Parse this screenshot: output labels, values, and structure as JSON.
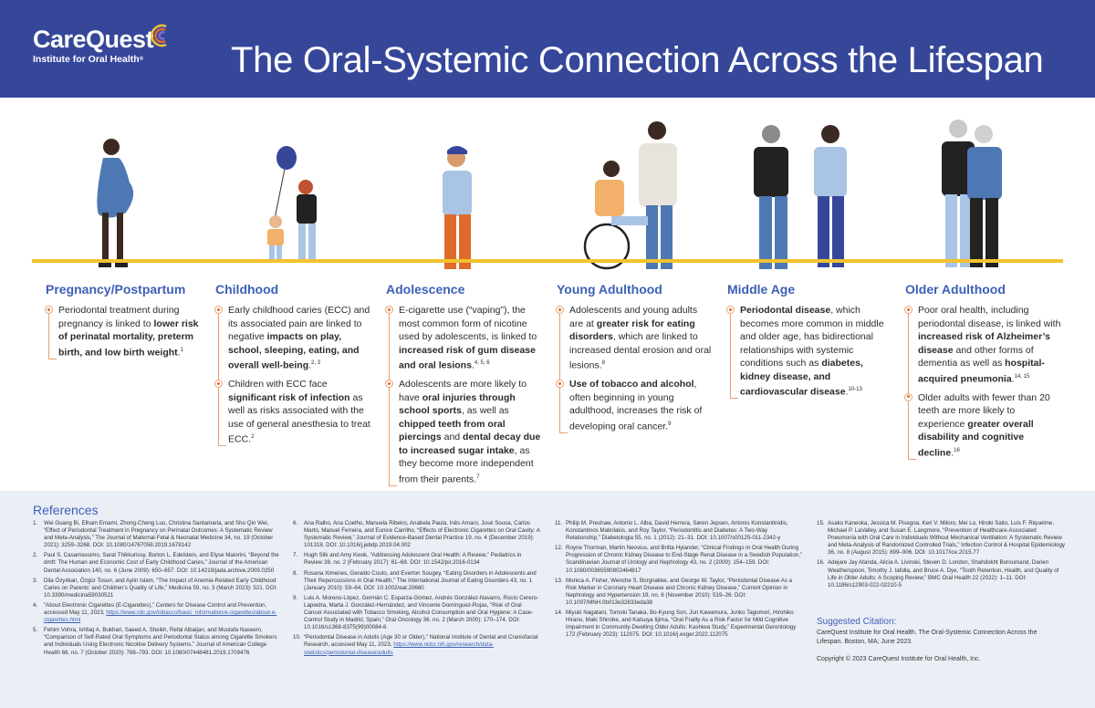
{
  "header": {
    "logo_name": "CareQuest",
    "logo_sub": "Institute for Oral Health",
    "logo_reg": "®",
    "title": "The Oral-Systemic Connection Across the Lifespan"
  },
  "colors": {
    "header_bg": "#36479a",
    "accent_blue": "#3e5fb6",
    "timeline_yellow": "#f2c230",
    "bullet_orange": "#e9a070",
    "refs_bg": "#eaeff6"
  },
  "stages": [
    {
      "title": "Pregnancy/Postpartum",
      "bullets": [
        [
          {
            "t": "Periodontal treatment during pregnancy is linked to "
          },
          {
            "t": "lower risk of perinatal mortality, preterm birth, and low birth weight",
            "b": true
          },
          {
            "t": ".",
            "s": false
          },
          {
            "t": "1",
            "sup": true
          }
        ]
      ]
    },
    {
      "title": "Childhood",
      "bullets": [
        [
          {
            "t": "Early childhood caries (ECC) and its associated pain are linked to negative "
          },
          {
            "t": "impacts on play, school, sleeping, eating, and overall well-being",
            "b": true
          },
          {
            "t": "."
          },
          {
            "t": "2, 3",
            "sup": true
          }
        ],
        [
          {
            "t": "Children with ECC face "
          },
          {
            "t": "significant risk of infection",
            "b": true
          },
          {
            "t": " as well as risks associated with the use of general anesthesia to treat ECC."
          },
          {
            "t": "2",
            "sup": true
          }
        ]
      ]
    },
    {
      "title": "Adolescence",
      "bullets": [
        [
          {
            "t": "E-cigarette use (“vaping”), the most common form of nicotine used by adolescents, is linked to "
          },
          {
            "t": "increased risk of gum disease and oral lesions",
            "b": true
          },
          {
            "t": "."
          },
          {
            "t": "4, 5, 6",
            "sup": true
          }
        ],
        [
          {
            "t": "Adolescents are more likely to have "
          },
          {
            "t": "oral injuries through school sports",
            "b": true
          },
          {
            "t": ", as well as "
          },
          {
            "t": "chipped teeth from oral piercings",
            "b": true
          },
          {
            "t": " and "
          },
          {
            "t": "dental decay due to increased sugar intake",
            "b": true
          },
          {
            "t": ", as they become more independent from their parents."
          },
          {
            "t": "7",
            "sup": true
          }
        ]
      ]
    },
    {
      "title": "Young Adulthood",
      "bullets": [
        [
          {
            "t": "Adolescents and young adults are at "
          },
          {
            "t": "greater risk for eating disorders",
            "b": true
          },
          {
            "t": ", which are linked to increased dental erosion and oral lesions."
          },
          {
            "t": "8",
            "sup": true
          }
        ],
        [
          {
            "t": "Use of tobacco and alcohol",
            "b": true
          },
          {
            "t": ", often beginning in young adulthood, increases the risk of developing oral cancer."
          },
          {
            "t": "9",
            "sup": true
          }
        ]
      ]
    },
    {
      "title": "Middle Age",
      "bullets": [
        [
          {
            "t": "Periodontal disease",
            "b": true
          },
          {
            "t": ", which becomes more common in middle and older age, has bidirectional relationships with systemic conditions such as "
          },
          {
            "t": "diabetes, kidney disease, and cardiovascular disease",
            "b": true
          },
          {
            "t": "."
          },
          {
            "t": "10-13",
            "sup": true
          }
        ]
      ]
    },
    {
      "title": "Older Adulthood",
      "bullets": [
        [
          {
            "t": "Poor oral health, including periodontal disease, is linked with "
          },
          {
            "t": "increased risk of Alzheimer’s disease",
            "b": true
          },
          {
            "t": " and other forms of dementia as well as "
          },
          {
            "t": "hospital-acquired pneumonia",
            "b": true
          },
          {
            "t": "."
          },
          {
            "t": "14, 15",
            "sup": true
          }
        ],
        [
          {
            "t": "Older adults with fewer than 20 teeth are more likely to experience "
          },
          {
            "t": "greater overall disability and cognitive decline",
            "b": true
          },
          {
            "t": "."
          },
          {
            "t": "16",
            "sup": true
          }
        ]
      ]
    }
  ],
  "references": {
    "title": "References",
    "columns": [
      [
        {
          "n": "1.",
          "t": "Wei Guang Bi, Elham Emami, Zhong-Cheng Luo, Christina Santamaria, and Shu Qin Wei, “Effect of Periodontal Treatment in Pregnancy on Perinatal Outcomes: A Systematic Review and Meta-Analysis,” The Journal of Maternal-Fetal & Neonatal Medicine 34, no. 19 (October 2021): 3259–3268. DOI: 10.1080/14767058.2019.1678142"
        },
        {
          "n": "2.",
          "t": "Paul S. Casamassimo, Sarat Thikkurissy, Burton L. Edelstein, and Elyse Maiorini, “Beyond the dmft: The Human and Economic Cost of Early Childhood Caries,” Journal of the American Dental Association 140, no. 6 (June 2009): 650–657. DOI: 10.14219/jada.archive.2009.0250"
        },
        {
          "n": "3.",
          "t": "Dila Özyılkan, Özgür Tosun, and Aylin Islam, “The Impact of Anemia-Related Early Childhood Caries on Parents’ and Children’s Quality of Life,” Medicina 59, no. 3 (March 2023): 521. DOI: 10.3390/medicina59030521"
        },
        {
          "n": "4.",
          "t": "“About Electronic Cigarettes (E-Cigarettes),” Centers for Disease Control and Prevention, accessed May 11, 2023, ",
          "link": "https://www.cdc.gov/tobacco/basic_information/e-cigarettes/about-e-cigarettes.html"
        },
        {
          "n": "5.",
          "t": "Fehim Vohra, Ishfaq A. Bukhari, Saeed A. Sheikh, Refal Albaijan, and Mustafa Naseem, “Comparison of Self-Rated Oral Symptoms and Periodontal Status among Cigarette Smokers and Individuals Using Electronic Nicotine Delivery Systems,” Journal of American College Health 68, no. 7 (October 2020): 788–793. DOI: 10.1080/07448481.2019.1709476"
        }
      ],
      [
        {
          "n": "6.",
          "t": "Ana Ralho, Ana Coelho, Manuela Ribeiro, Anabela Paula, Inês Amaro, José Sousa, Carlos Marto, Manuel Ferreira, and Eunice Carrilho, “Effects of Electronic Cigarettes on Oral Cavity: A Systematic Review,” Journal of Evidence-Based Dental Practice 19, no. 4 (December 2019): 101318. DOI: 10.1016/j.jebdp.2019.04.002"
        },
        {
          "n": "7.",
          "t": "Hugh Silk and Amy Kwok, “Addressing Adolescent Oral Health: A Review,” Pediatrics in Review 38, no. 2 (February 2017): 61–68. DOI: 10.1542/pir.2016-0134"
        },
        {
          "n": "8.",
          "t": "Rosana Ximenes, Geraldo Couto, and Everton Sougey, “Eating Disorders in Adolescents and Their Repercussions in Oral Health,” The International Journal of Eating Disorders 43, no. 1 (January 2010): 59–64. DOI: 10.1002/eat.20660"
        },
        {
          "n": "9.",
          "t": "Luis A. Moreno-López, Germán C. Esparza-Gómez, Andrés González-Navarro, Rocío Cerero-Lapiedra, Marta J. González-Hernández, and Vincente Domínguez-Rojas, “Risk of Oral Cancer Associated with Tobacco Smoking, Alcohol Consumption and Oral Hygiene: A Case-Control Study in Madrid, Spain,” Oral Oncology 36, no. 2 (March 2000): 170–174. DOI: 10.1016/s1368-8375(99)00084-6"
        },
        {
          "n": "10.",
          "t": "“Periodontal Disease in Adults (Age 30 or Older),” National Institute of Dental and Craniofacial Research, accessed May 11, 2023, ",
          "link": "https://www.nidcr.nih.gov/research/data-statistics/periodontal-disease/adults"
        }
      ],
      [
        {
          "n": "11.",
          "t": "Philip M. Preshaw, Antonio L. Alba, David Herrera, Søren Jepsen, Antonis Konstantinidis, Konstantinos Makrilakis, and Roy Taylor, “Periodontitis and Diabetes: A Two-Way Relationship,” Diabetologia 55, no. 1 (2012): 21–31. DOI: 10.1007/s00125-011-2342-y"
        },
        {
          "n": "12.",
          "t": "Royne Thorman, Martin Neovius, and Britta Hylander, “Clinical Findings in Oral Health During Progression of Chronic Kidney Disease to End-Stage Renal Disease in a Swedish Population,” Scandinavian Journal of Urology and Nephrology 43, no. 2 (2009): 154–159. DOI: 10.1080/00365590802464817"
        },
        {
          "n": "13.",
          "t": "Monica A. Fisher, Wenche S. Borgnakke, and George W. Taylor, “Periodontal Disease As a Risk Marker in Coronary Heart Disease and Chronic Kidney Disease,” Current Opinion in Nephrology and Hypertension 19, no. 6 (November 2010): 519–26. DOI: 10.1097/MNH.0b013e32833eda38"
        },
        {
          "n": "14.",
          "t": "Miyuki Nagatani, Tomoki Tanaka, Bo-Kyung Son, Jun Kawamura, Junko Tagomori, Hirohiko Hirano, Maki Shirobe, and Katsuya Iijima, “Oral Frailty As a Risk Factor for Mild Cognitive Impairment in Community-Dwelling Older Adults: Kashiwa Study,” Experimental Gerontology 172 (February 2023): 112075. DOI: 10.1016/j.exger.2022.112075"
        }
      ],
      [
        {
          "n": "15.",
          "t": "Asako Kaneoka, Jessica M. Pisegna, Keri V. Miloro, Mei Lo, Hiroki Saito, Luis F. Riquelme, Michael P. LaValley, and Susan E. Langmore, “Prevention of Healthcare-Associated Pneumonia with Oral Care in Individuals Without Mechanical Ventilation: A Systematic Review and Meta-Analysis of Randomized Controlled Trials,” Infection Control & Hospital Epidemiology 36, no. 8 (August 2015): 899–906. DOI: 10.1017/ice.2015.77"
        },
        {
          "n": "16.",
          "t": "Adejare Jay Atanda, Alicia A. Livinski, Steven D. London, Shahdokht Boroumand, Darien Weatherspoon, Timothy J. Iafolla, and Bruce A. Dye, “Tooth Retention, Health, and Quality of Life in Older Adults: A Scoping Review,” BMC Oral Health 22 (2022): 1–11. DOI: 10.1186/s12903-022-02210-5"
        }
      ]
    ]
  },
  "citation": {
    "title": "Suggested Citation:",
    "text": "CareQuest Institute for Oral Health. The Oral-Systemic Connection Across the Lifespan. Boston, MA; June 2023.",
    "copyright": "Copyright © 2023 CareQuest Institute for Oral Health, Inc."
  }
}
